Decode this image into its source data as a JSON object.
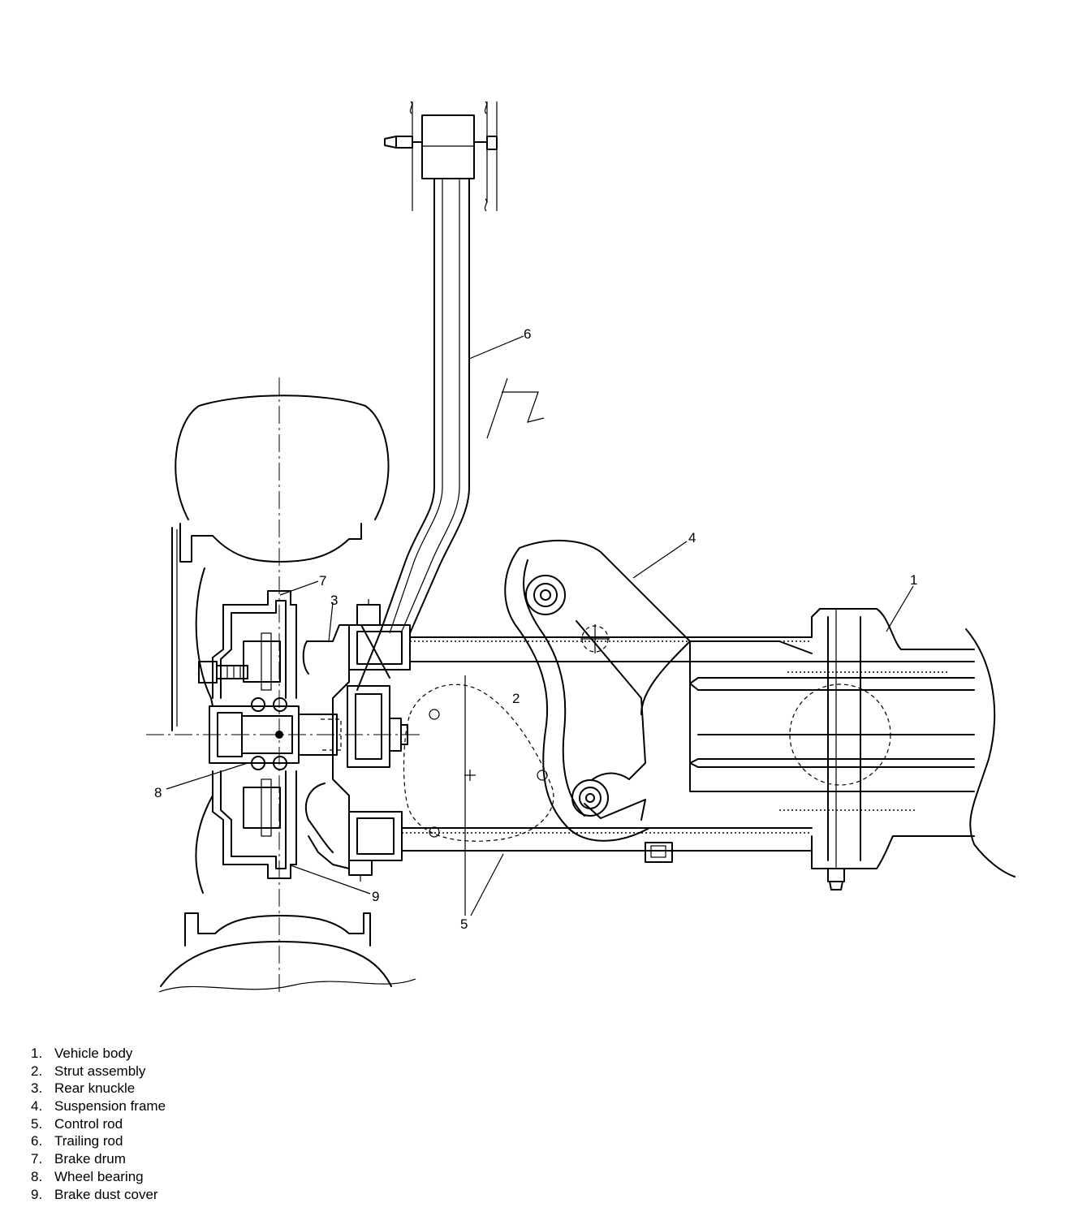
{
  "callouts": {
    "c1": "1",
    "c2": "2",
    "c3": "3",
    "c4": "4",
    "c5": "5",
    "c6": "6",
    "c7": "7",
    "c8": "8",
    "c9": "9"
  },
  "legend": [
    {
      "num": "1.",
      "label": "Vehicle body"
    },
    {
      "num": "2.",
      "label": "Strut assembly"
    },
    {
      "num": "3.",
      "label": "Rear knuckle"
    },
    {
      "num": "4.",
      "label": "Suspension frame"
    },
    {
      "num": "5.",
      "label": "Control rod"
    },
    {
      "num": "6.",
      "label": "Trailing rod"
    },
    {
      "num": "7.",
      "label": "Brake drum"
    },
    {
      "num": "8.",
      "label": "Wheel bearing"
    },
    {
      "num": "9.",
      "label": "Brake dust cover"
    }
  ]
}
